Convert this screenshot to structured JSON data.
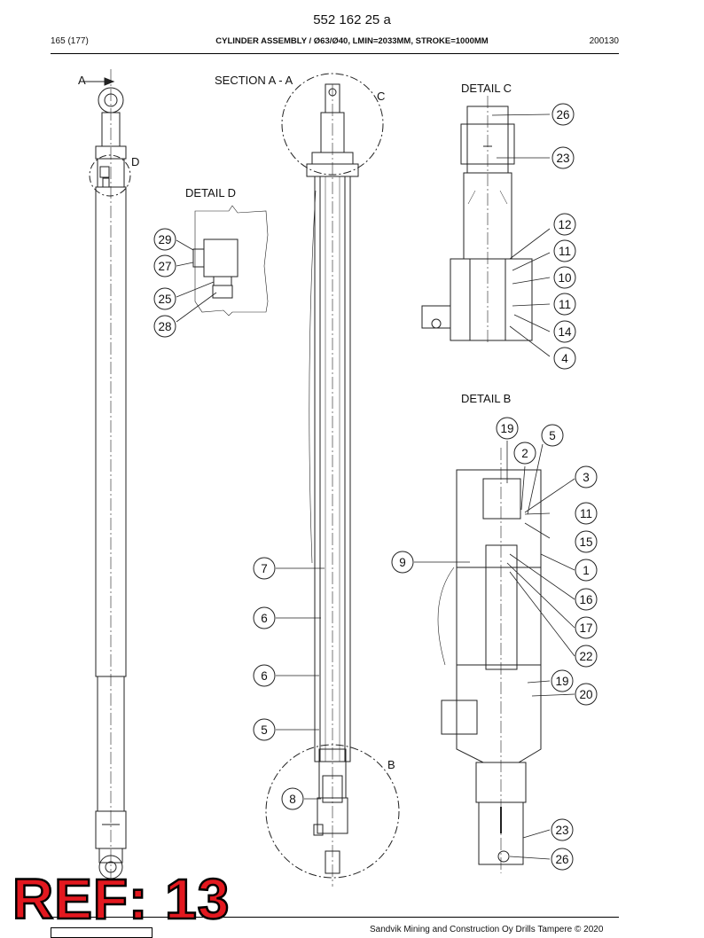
{
  "header": {
    "doc_number": "552 162 25 a",
    "page": "165 (177)",
    "title": "CYLINDER ASSEMBLY / Ø63/Ø40, LMIN=2033MM, STROKE=1000MM",
    "date": "200130"
  },
  "views": {
    "view_a_label": "A",
    "section_title": "SECTION A - A",
    "detail_d_title": "DETAIL D",
    "detail_c_title": "DETAIL C",
    "detail_b_title": "DETAIL B",
    "circle_c": "C",
    "circle_d": "D",
    "circle_b": "B"
  },
  "balloons": {
    "section": [
      "7",
      "6",
      "6",
      "5",
      "8"
    ],
    "detail_d": [
      "29",
      "27",
      "25",
      "28"
    ],
    "detail_c": [
      "26",
      "23",
      "12",
      "11",
      "10",
      "11",
      "14",
      "4"
    ],
    "detail_b": [
      "19",
      "5",
      "2",
      "3",
      "11",
      "15",
      "9",
      "1",
      "16",
      "17",
      "22",
      "19",
      "20",
      "23",
      "26"
    ]
  },
  "footer": {
    "copyright": "Sandvik Mining and Construction Oy Drills Tampere © 2020",
    "ref_stamp": "REF: 13"
  }
}
